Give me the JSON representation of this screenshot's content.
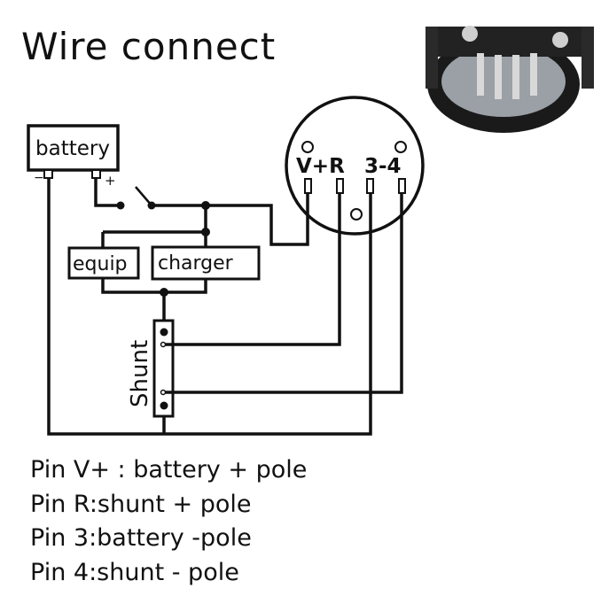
{
  "title": "Wire connect",
  "labels": {
    "battery": "battery",
    "battery_neg": "−",
    "battery_pos": "+",
    "equip": "equip",
    "charger": "charger",
    "shunt": "Shunt",
    "pin_vr": "V+R",
    "pin_34": "3-4"
  },
  "notes": [
    "Pin V+ : battery + pole",
    "Pin R:shunt + pole",
    "Pin 3:battery -pole",
    "Pin 4:shunt - pole"
  ],
  "colors": {
    "wire": "#111111",
    "background": "#ffffff"
  }
}
